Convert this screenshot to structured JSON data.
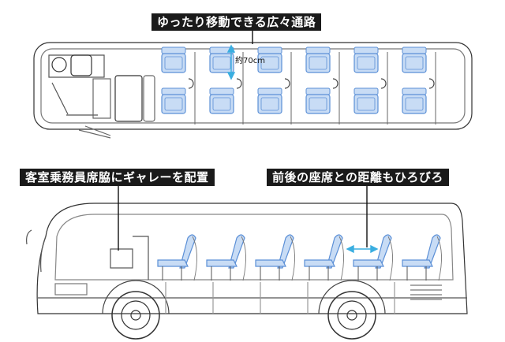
{
  "labels": {
    "aisle": "ゆったり移動できる広々通路",
    "crew_seat": "客室乗務員席脇にギャレーを配置",
    "pitch": "前後の座席との距離もひろびろ"
  },
  "dimension": "約70cm",
  "colors": {
    "seat_fill": "#c8dcf5",
    "seat_stroke": "#5b8fd6",
    "arrow": "#3aaee0",
    "label_bg": "#1a1a1a"
  }
}
